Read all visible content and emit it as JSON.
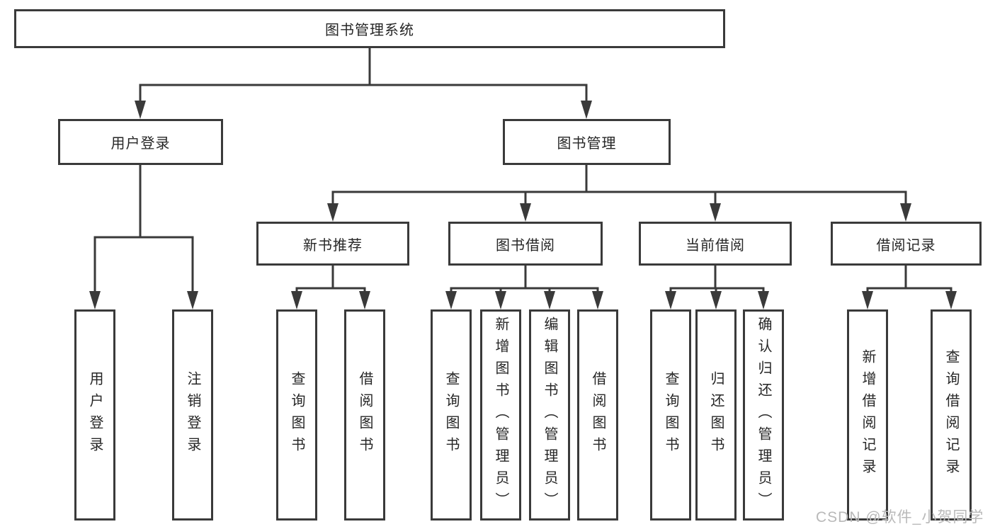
{
  "tree": {
    "root": {
      "label": "图书管理系统"
    },
    "level2": [
      {
        "label": "用户登录"
      },
      {
        "label": "图书管理"
      }
    ],
    "level3": [
      {
        "label": "新书推荐"
      },
      {
        "label": "图书借阅"
      },
      {
        "label": "当前借阅"
      },
      {
        "label": "借阅记录"
      }
    ],
    "leaves": {
      "user_login": [
        {
          "label": "用户登录"
        },
        {
          "label": "注销登录"
        }
      ],
      "new_books": [
        {
          "label": "查询图书"
        },
        {
          "label": "借阅图书"
        }
      ],
      "book_borrowing": [
        {
          "label": "查询图书"
        },
        {
          "label": "新增图书（管理员）"
        },
        {
          "label": "编辑图书（管理员）"
        },
        {
          "label": "借阅图书"
        }
      ],
      "current_borrowing": [
        {
          "label": "查询图书"
        },
        {
          "label": "归还图书"
        },
        {
          "label": "确认归还（管理员）"
        }
      ],
      "borrowing_records": [
        {
          "label": "新增借阅记录"
        },
        {
          "label": "查询借阅记录"
        }
      ]
    }
  },
  "watermark": "CSDN @软件_小贺同学",
  "colors": {
    "line": "#3a3a3a",
    "text": "#262626",
    "watermark": "#b9b9b9",
    "background": "#ffffff"
  }
}
